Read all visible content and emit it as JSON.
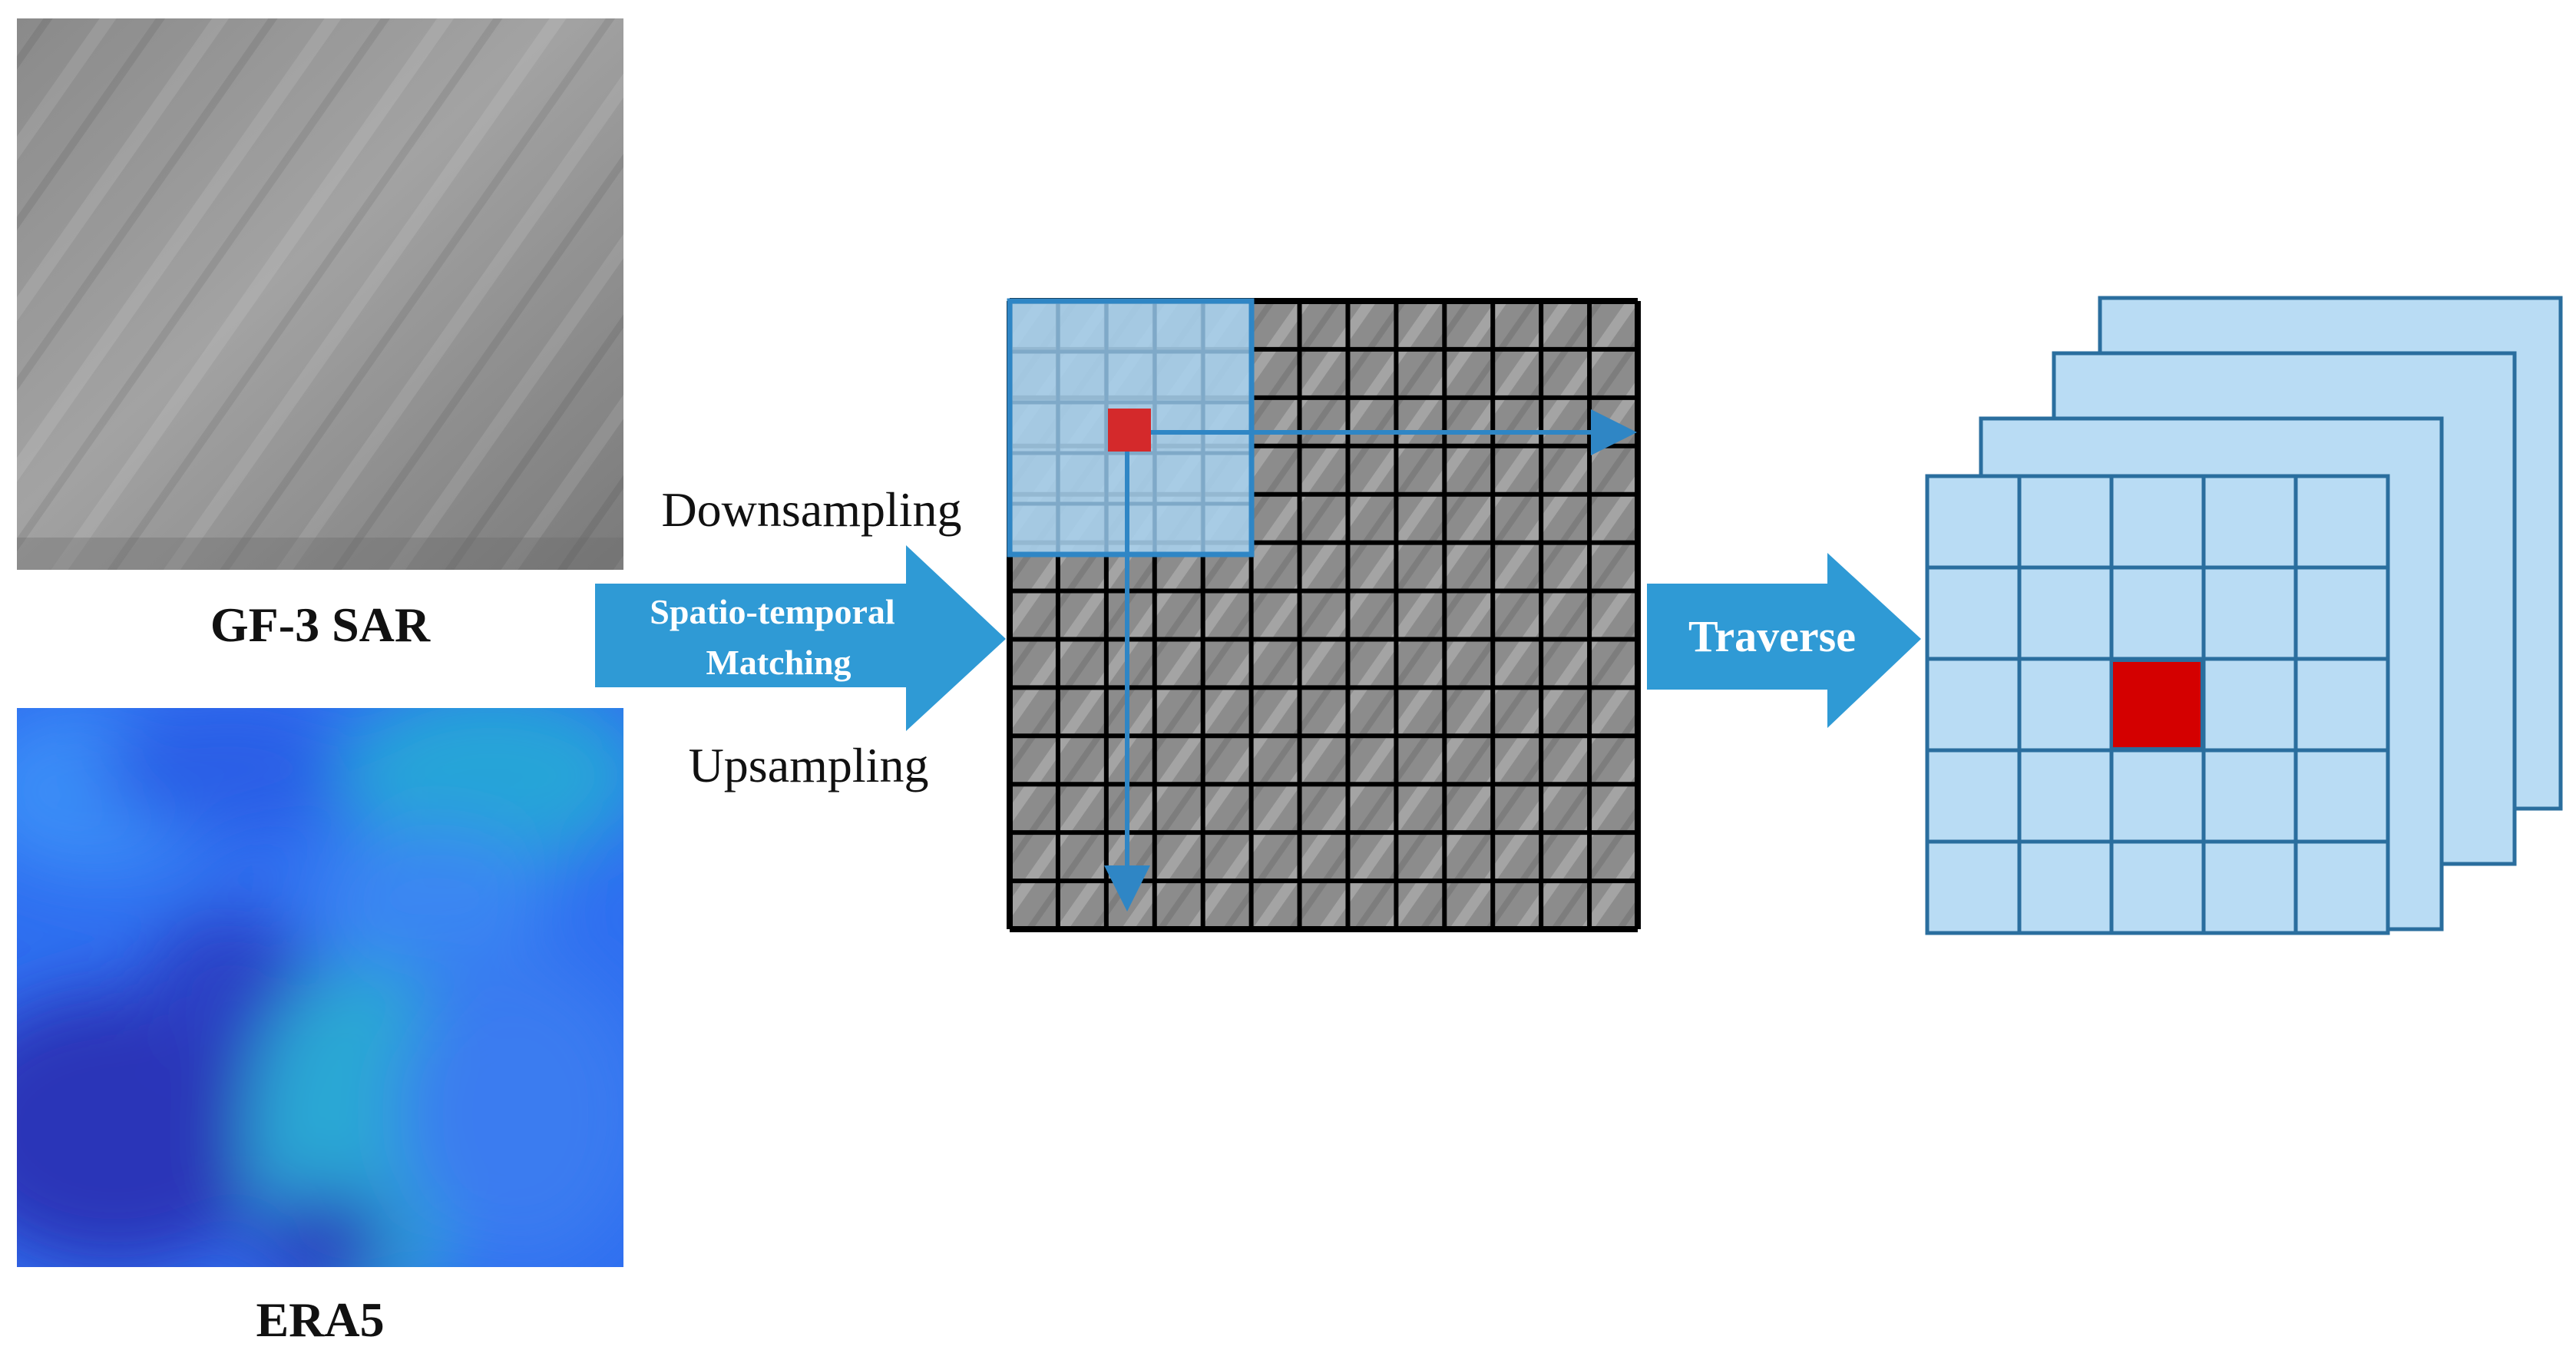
{
  "inputs": {
    "sar_caption": "GF-3 SAR",
    "era5_caption": "ERA5"
  },
  "process": {
    "downsampling_label": "Downsampling",
    "upsampling_label": "Upsampling",
    "matching_line1": "Spatio-temporal",
    "matching_line2": "Matching",
    "traverse_label": "Traverse"
  },
  "colors": {
    "arrow_blue": "#2f9ad5",
    "window_blue": "#a9d2ee",
    "stack_blue": "#b9dcf4",
    "stack_border": "#2a6e9e",
    "target_red": "#d40000",
    "grid_black": "#000000"
  }
}
